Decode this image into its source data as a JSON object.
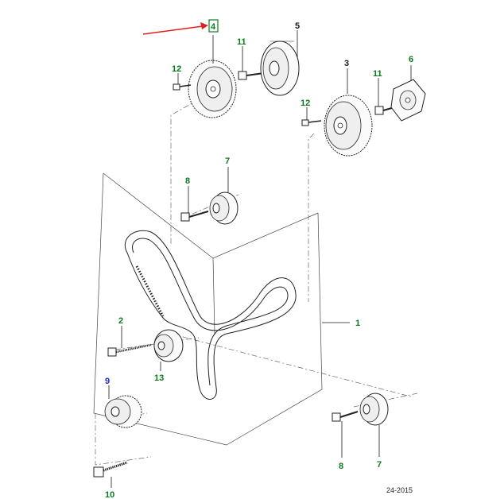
{
  "callouts": {
    "c1": "1",
    "c2": "2",
    "c3": "3",
    "c4": "4",
    "c5": "5",
    "c6": "6",
    "c7a": "7",
    "c7b": "7",
    "c8a": "8",
    "c8b": "8",
    "c9": "9",
    "c10": "10",
    "c11a": "11",
    "c11b": "11",
    "c12a": "12",
    "c12b": "12",
    "c13": "13"
  },
  "reference_code": "24-2015",
  "colors": {
    "callout_green": "#0a7a1e",
    "callout_black": "#1a1a1a",
    "callout_blue": "#1a2fc8",
    "highlight_arrow": "#e02020",
    "highlight_box": "#0a7a1e"
  },
  "highlighted_callout": "4"
}
